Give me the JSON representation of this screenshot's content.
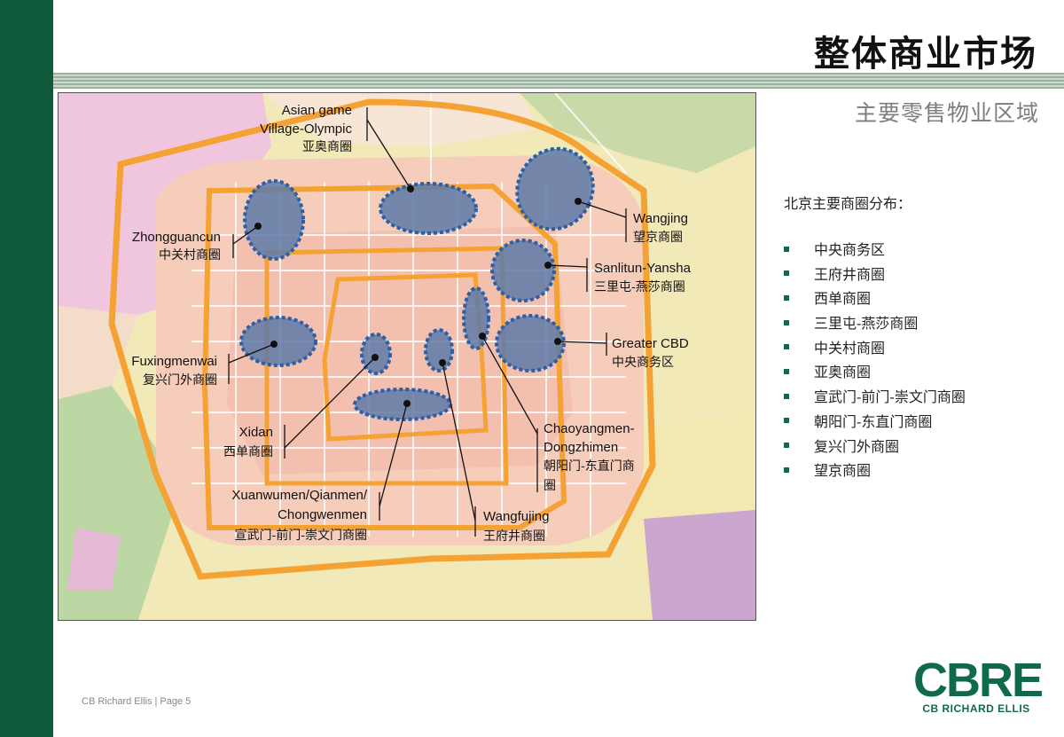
{
  "header": {
    "title": "整体商业市场",
    "subtitle": "主要零售物业区域"
  },
  "sidebar_list": {
    "heading": "北京主要商圈分布：",
    "items": [
      "中央商务区",
      "王府井商圈",
      "西单商圈",
      "三里屯-燕莎商圈",
      "中关村商圈",
      "亚奥商圈",
      "宣武门-前门-崇文门商圈",
      "朝阳门-东直门商圈",
      "复兴门外商圈",
      "望京商圈"
    ]
  },
  "map": {
    "labels": {
      "asian_game_1": "Asian game",
      "asian_game_2": "Village-Olympic",
      "asian_game_cn": "亚奥商圈",
      "zhongguancun": "Zhongguancun",
      "zhongguancun_cn": "中关村商圈",
      "wangjing": "Wangjing",
      "wangjing_cn": "望京商圈",
      "sanlitun": "Sanlitun-Yansha",
      "sanlitun_cn": "三里屯-燕莎商圈",
      "greater_cbd": "Greater CBD",
      "greater_cbd_cn": "中央商务区",
      "fuxingmenwai": "Fuxingmenwai",
      "fuxingmenwai_cn": "复兴门外商圈",
      "xidan": "Xidan",
      "xidan_cn": "西单商圈",
      "chaoyangmen_1": "Chaoyangmen-",
      "chaoyangmen_2": "Dongzhimen",
      "chaoyangmen_cn1": "朝阳门-东直门商",
      "chaoyangmen_cn2": "圈",
      "xuanwumen_1": "Xuanwumen/Qianmen/",
      "xuanwumen_2": "Chongwenmen",
      "xuanwumen_cn": "宣武门-前门-崇文门商圈",
      "wangfujing": "Wangfujing",
      "wangfujing_cn": "王府井商圈"
    }
  },
  "footer": {
    "text": "CB Richard Ellis | Page 5"
  },
  "logo": {
    "main": "CBRE",
    "sub": "CB RICHARD ELLIS"
  },
  "colors": {
    "sidebar": "#0f5a3b",
    "ring_road": "#f5a234",
    "district_fill": "#5d7aa8",
    "district_border": "#2b5fa8",
    "brand": "#0f6a4a"
  }
}
